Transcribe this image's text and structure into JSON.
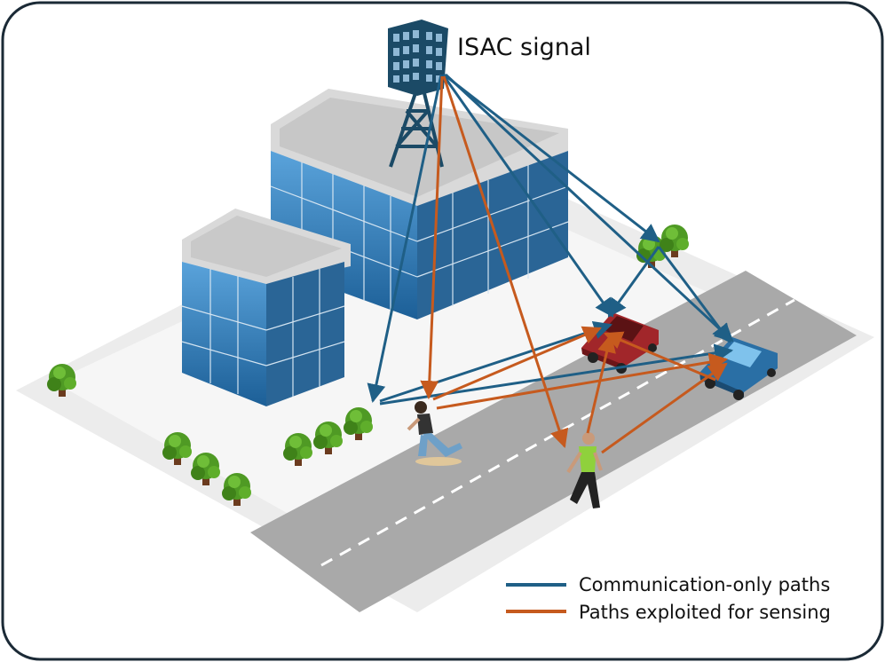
{
  "title": "ISAC signal",
  "legend": {
    "communication": {
      "label": "Communication-only paths",
      "color": "#1f5f86"
    },
    "sensing": {
      "label": "Paths exploited for sensing",
      "color": "#c65a1e"
    }
  },
  "colors": {
    "frame": "#1b2a36",
    "ground": "#ececec",
    "road": "#a9a9a9",
    "tree": "#4f9a24",
    "building_glass": "#3b86c4",
    "car_red": "#a1262a",
    "car_blue": "#2a6fa5",
    "tower": "#1b4a66"
  },
  "icons": [
    "cell-tower-icon",
    "office-building-icon",
    "tree-icon",
    "red-car-icon",
    "blue-car-icon",
    "skateboarder-icon",
    "pedestrian-icon"
  ]
}
